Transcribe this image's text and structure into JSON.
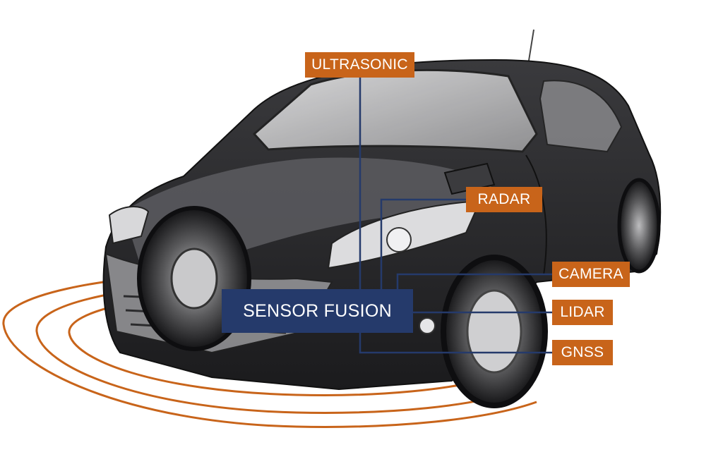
{
  "labels": {
    "ultrasonic": "ULTRASONIC",
    "radar": "RADAR",
    "camera": "CAMERA",
    "lidar": "LIDAR",
    "gnss": "GNSS",
    "sensor_fusion": "SENSOR FUSION"
  },
  "colors": {
    "accent_orange": "#c8641a",
    "navy": "#253a6b",
    "car_body": "#2a2a2c",
    "background": "#ffffff"
  }
}
